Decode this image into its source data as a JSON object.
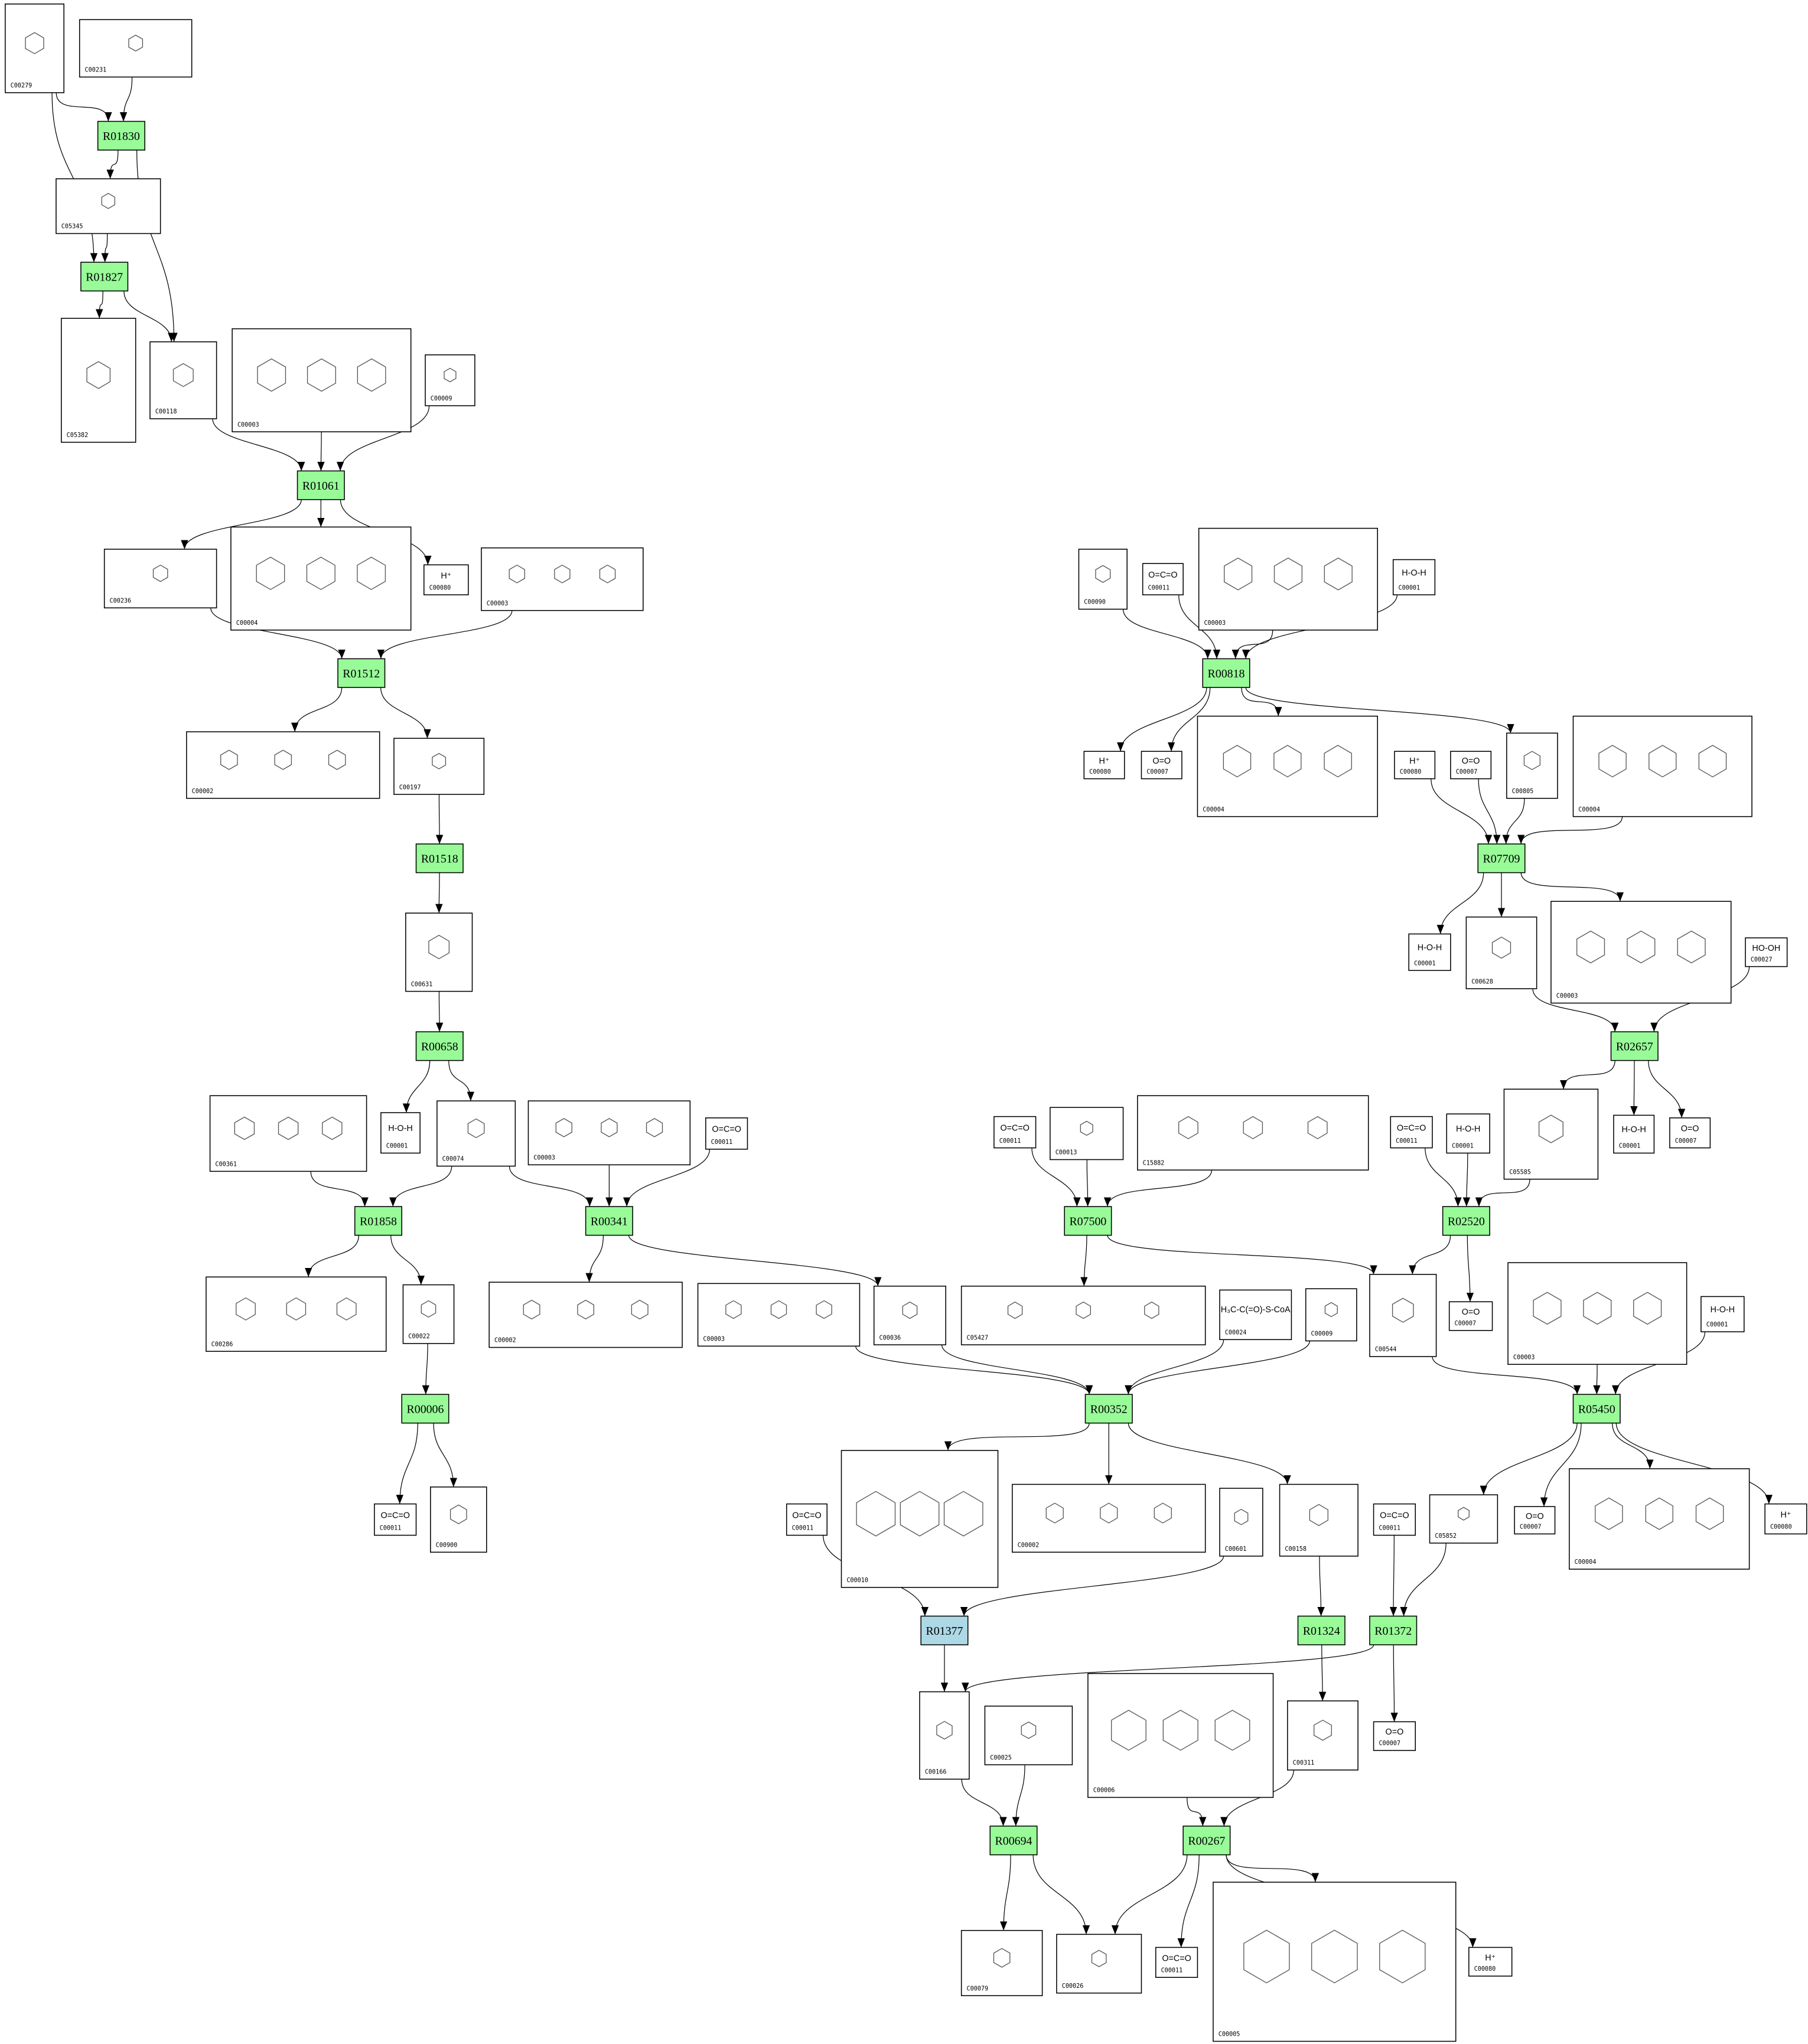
{
  "colors": {
    "reaction": "#98fb98",
    "reaction_highlight": "#add8e6",
    "edge": "#000000"
  },
  "reactions": [
    {
      "key": "R01830",
      "label": "R01830"
    },
    {
      "key": "R01827",
      "label": "R01827"
    },
    {
      "key": "R01061",
      "label": "R01061"
    },
    {
      "key": "R01512",
      "label": "R01512"
    },
    {
      "key": "R01518",
      "label": "R01518"
    },
    {
      "key": "R00658",
      "label": "R00658"
    },
    {
      "key": "R01858",
      "label": "R01858"
    },
    {
      "key": "R00341",
      "label": "R00341"
    },
    {
      "key": "R00006",
      "label": "R00006"
    },
    {
      "key": "R00818",
      "label": "R00818"
    },
    {
      "key": "R07709",
      "label": "R07709"
    },
    {
      "key": "R02657",
      "label": "R02657"
    },
    {
      "key": "R07500",
      "label": "R07500"
    },
    {
      "key": "R02520",
      "label": "R02520"
    },
    {
      "key": "R00352",
      "label": "R00352"
    },
    {
      "key": "R05450",
      "label": "R05450"
    },
    {
      "key": "R01377",
      "label": "R01377",
      "highlight": true
    },
    {
      "key": "R01324",
      "label": "R01324"
    },
    {
      "key": "R01372",
      "label": "R01372"
    },
    {
      "key": "R00694",
      "label": "R00694"
    },
    {
      "key": "R00267",
      "label": "R00267"
    }
  ],
  "compounds": [
    {
      "key": "c279",
      "label": "C00279"
    },
    {
      "key": "c231",
      "label": "C00231"
    },
    {
      "key": "c5345",
      "label": "C05345"
    },
    {
      "key": "c5382",
      "label": "C05382"
    },
    {
      "key": "c118",
      "label": "C00118"
    },
    {
      "key": "c3a",
      "label": "C00003"
    },
    {
      "key": "c9a",
      "label": "C00009"
    },
    {
      "key": "c236",
      "label": "C00236"
    },
    {
      "key": "c4a",
      "label": "C00004"
    },
    {
      "key": "c80a",
      "label": "C00080",
      "formula": "H⁺"
    },
    {
      "key": "c3b",
      "label": "C00003"
    },
    {
      "key": "c2a",
      "label": "C00002"
    },
    {
      "key": "c197",
      "label": "C00197"
    },
    {
      "key": "c631",
      "label": "C00631"
    },
    {
      "key": "c1a",
      "label": "C00001",
      "formula": "H‑O‑H"
    },
    {
      "key": "c74",
      "label": "C00074"
    },
    {
      "key": "c361",
      "label": "C00361"
    },
    {
      "key": "c3c",
      "label": "C00003"
    },
    {
      "key": "c11a",
      "label": "C00011",
      "formula": "O=C=O"
    },
    {
      "key": "c286",
      "label": "C00286"
    },
    {
      "key": "c22",
      "label": "C00022"
    },
    {
      "key": "c2b",
      "label": "C00002"
    },
    {
      "key": "c3d",
      "label": "C00003"
    },
    {
      "key": "c36",
      "label": "C00036"
    },
    {
      "key": "c11b",
      "label": "C00011",
      "formula": "O=C=O"
    },
    {
      "key": "c900",
      "label": "C00900"
    },
    {
      "key": "c90",
      "label": "C00090"
    },
    {
      "key": "c11c",
      "label": "C00011",
      "formula": "O=C=O"
    },
    {
      "key": "c3e",
      "label": "C00003"
    },
    {
      "key": "c1b",
      "label": "C00001",
      "formula": "H‑O‑H"
    },
    {
      "key": "c80b",
      "label": "C00080",
      "formula": "H⁺"
    },
    {
      "key": "c7a",
      "label": "C00007",
      "formula": "O=O"
    },
    {
      "key": "c4b",
      "label": "C00004"
    },
    {
      "key": "c80c",
      "label": "C00080",
      "formula": "H⁺"
    },
    {
      "key": "c7b",
      "label": "C00007",
      "formula": "O=O"
    },
    {
      "key": "c805",
      "label": "C00805"
    },
    {
      "key": "c4c",
      "label": "C00004"
    },
    {
      "key": "c1c",
      "label": "C00001",
      "formula": "H‑O‑H"
    },
    {
      "key": "c628",
      "label": "C00628"
    },
    {
      "key": "c3f",
      "label": "C00003"
    },
    {
      "key": "c27",
      "label": "C00027",
      "formula": "HO‑OH"
    },
    {
      "key": "c5585",
      "label": "C05585"
    },
    {
      "key": "c1d",
      "label": "C00001",
      "formula": "H‑O‑H"
    },
    {
      "key": "c7c",
      "label": "C00007",
      "formula": "O=O"
    },
    {
      "key": "c11d",
      "label": "C00011",
      "formula": "O=C=O"
    },
    {
      "key": "c13",
      "label": "C00013"
    },
    {
      "key": "c15882",
      "label": "C15882"
    },
    {
      "key": "c11e",
      "label": "C00011",
      "formula": "O=C=O"
    },
    {
      "key": "c1e",
      "label": "C00001",
      "formula": "H‑O‑H"
    },
    {
      "key": "c5427",
      "label": "C05427"
    },
    {
      "key": "c24",
      "label": "C00024",
      "formula": "H₃C‑C(=O)‑S‑CoA"
    },
    {
      "key": "c9b",
      "label": "C00009"
    },
    {
      "key": "c544",
      "label": "C00544"
    },
    {
      "key": "c7d",
      "label": "C00007",
      "formula": "O=O"
    },
    {
      "key": "c3g",
      "label": "C00003"
    },
    {
      "key": "c1f",
      "label": "C00001",
      "formula": "H‑O‑H"
    },
    {
      "key": "c10",
      "label": "C00010"
    },
    {
      "key": "c2c",
      "label": "C00002"
    },
    {
      "key": "c601",
      "label": "C00601"
    },
    {
      "key": "c158",
      "label": "C00158"
    },
    {
      "key": "c11f",
      "label": "C00011",
      "formula": "O=C=O"
    },
    {
      "key": "c11g",
      "label": "C00011",
      "formula": "O=C=O"
    },
    {
      "key": "c5852",
      "label": "C05852"
    },
    {
      "key": "c7e",
      "label": "C00007",
      "formula": "O=O"
    },
    {
      "key": "c4d",
      "label": "C00004"
    },
    {
      "key": "c80d",
      "label": "C00080",
      "formula": "H⁺"
    },
    {
      "key": "c166",
      "label": "C00166"
    },
    {
      "key": "c25",
      "label": "C00025"
    },
    {
      "key": "c6",
      "label": "C00006"
    },
    {
      "key": "c311",
      "label": "C00311"
    },
    {
      "key": "c7f",
      "label": "C00007",
      "formula": "O=O"
    },
    {
      "key": "c79",
      "label": "C00079"
    },
    {
      "key": "c26",
      "label": "C00026"
    },
    {
      "key": "c11h",
      "label": "C00011",
      "formula": "O=C=O"
    },
    {
      "key": "c5",
      "label": "C00005"
    },
    {
      "key": "c80e",
      "label": "C00080",
      "formula": "H⁺"
    }
  ],
  "edges": [
    [
      "c279",
      "R01830"
    ],
    [
      "c231",
      "R01830"
    ],
    [
      "R01830",
      "c5345"
    ],
    [
      "R01830",
      "c118"
    ],
    [
      "c279",
      "R01827"
    ],
    [
      "c5345",
      "R01827"
    ],
    [
      "R01827",
      "c5382"
    ],
    [
      "R01827",
      "c118"
    ],
    [
      "c118",
      "R01061"
    ],
    [
      "c3a",
      "R01061"
    ],
    [
      "c9a",
      "R01061"
    ],
    [
      "R01061",
      "c236"
    ],
    [
      "R01061",
      "c4a"
    ],
    [
      "R01061",
      "c80a"
    ],
    [
      "c236",
      "R01512"
    ],
    [
      "c3b",
      "R01512"
    ],
    [
      "R01512",
      "c2a"
    ],
    [
      "R01512",
      "c197"
    ],
    [
      "c197",
      "R01518"
    ],
    [
      "R01518",
      "c631"
    ],
    [
      "c631",
      "R00658"
    ],
    [
      "R00658",
      "c1a"
    ],
    [
      "R00658",
      "c74"
    ],
    [
      "c361",
      "R01858"
    ],
    [
      "c74",
      "R01858"
    ],
    [
      "R01858",
      "c286"
    ],
    [
      "R01858",
      "c22"
    ],
    [
      "c74",
      "R00341"
    ],
    [
      "c3c",
      "R00341"
    ],
    [
      "c11a",
      "R00341"
    ],
    [
      "R00341",
      "c2b"
    ],
    [
      "R00341",
      "c36"
    ],
    [
      "c22",
      "R00006"
    ],
    [
      "R00006",
      "c11b"
    ],
    [
      "R00006",
      "c900"
    ],
    [
      "c90",
      "R00818"
    ],
    [
      "c11c",
      "R00818"
    ],
    [
      "c3e",
      "R00818"
    ],
    [
      "c1b",
      "R00818"
    ],
    [
      "R00818",
      "c80b"
    ],
    [
      "R00818",
      "c7a"
    ],
    [
      "R00818",
      "c4b"
    ],
    [
      "R00818",
      "c805"
    ],
    [
      "c80c",
      "R07709"
    ],
    [
      "c7b",
      "R07709"
    ],
    [
      "c805",
      "R07709"
    ],
    [
      "c4c",
      "R07709"
    ],
    [
      "R07709",
      "c1c"
    ],
    [
      "R07709",
      "c628"
    ],
    [
      "R07709",
      "c3f"
    ],
    [
      "c628",
      "R02657"
    ],
    [
      "c27",
      "R02657"
    ],
    [
      "R02657",
      "c5585"
    ],
    [
      "R02657",
      "c1d"
    ],
    [
      "R02657",
      "c7c"
    ],
    [
      "c11d",
      "R07500"
    ],
    [
      "c13",
      "R07500"
    ],
    [
      "c15882",
      "R07500"
    ],
    [
      "R07500",
      "c5427"
    ],
    [
      "R07500",
      "c544"
    ],
    [
      "c11e",
      "R02520"
    ],
    [
      "c1e",
      "R02520"
    ],
    [
      "c5585",
      "R02520"
    ],
    [
      "R02520",
      "c544"
    ],
    [
      "R02520",
      "c7d"
    ],
    [
      "c544",
      "R05450"
    ],
    [
      "c3g",
      "R05450"
    ],
    [
      "c1f",
      "R05450"
    ],
    [
      "R05450",
      "c5852"
    ],
    [
      "R05450",
      "c7e"
    ],
    [
      "R05450",
      "c4d"
    ],
    [
      "R05450",
      "c80d"
    ],
    [
      "c3d",
      "R00352"
    ],
    [
      "c36",
      "R00352"
    ],
    [
      "c24",
      "R00352"
    ],
    [
      "c9b",
      "R00352"
    ],
    [
      "R00352",
      "c10"
    ],
    [
      "R00352",
      "c2c"
    ],
    [
      "R00352",
      "c158"
    ],
    [
      "c11f",
      "R01377"
    ],
    [
      "c601",
      "R01377"
    ],
    [
      "R01377",
      "c166"
    ],
    [
      "c158",
      "R01324"
    ],
    [
      "R01324",
      "c311"
    ],
    [
      "c11g",
      "R01372"
    ],
    [
      "c5852",
      "R01372"
    ],
    [
      "R01372",
      "c166"
    ],
    [
      "R01372",
      "c7f"
    ],
    [
      "c166",
      "R00694"
    ],
    [
      "c25",
      "R00694"
    ],
    [
      "R00694",
      "c79"
    ],
    [
      "R00694",
      "c26"
    ],
    [
      "c6",
      "R00267"
    ],
    [
      "c311",
      "R00267"
    ],
    [
      "R00267",
      "c26"
    ],
    [
      "R00267",
      "c11h"
    ],
    [
      "R00267",
      "c5"
    ],
    [
      "R00267",
      "c80e"
    ]
  ]
}
